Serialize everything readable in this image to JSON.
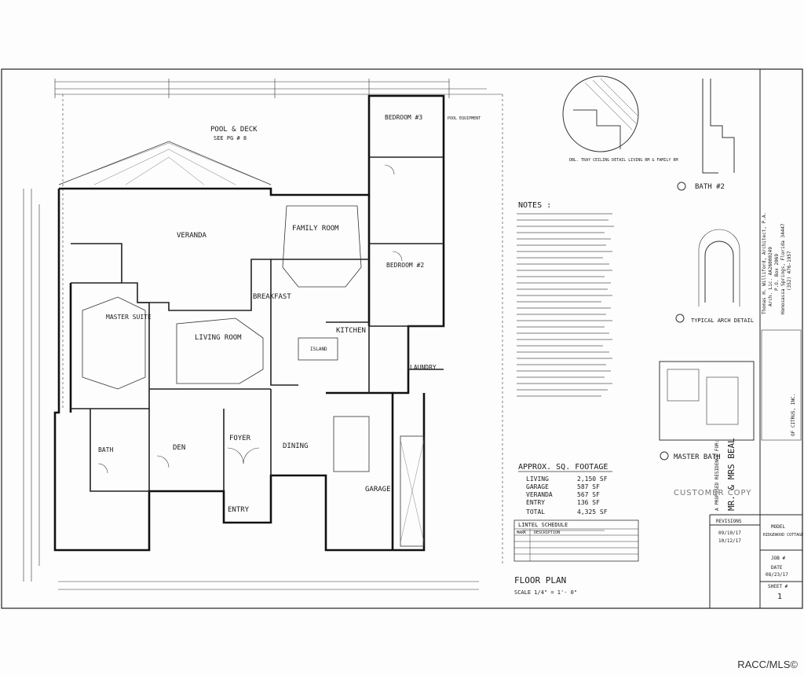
{
  "rooms": {
    "pool_deck": "POOL & DECK",
    "pool_deck_ref": "SEE PG # 8",
    "veranda": "VERANDA",
    "master_suite": "MASTER SUITE",
    "family_room": "FAMILY ROOM",
    "bedroom3": "BEDROOM #3",
    "bedroom2": "BEDROOM #2",
    "breakfast": "BREAKFAST",
    "living_room": "LIVING ROOM",
    "kitchen": "KITCHEN",
    "island": "ISLAND",
    "laundry": "LAUNDRY",
    "den": "DEN",
    "foyer": "FOYER",
    "dining": "DINING",
    "bath": "BATH",
    "entry": "ENTRY",
    "garage": "GARAGE",
    "pool_equip": "POOL EQUIPMENT"
  },
  "notes_title": "NOTES :",
  "sqft": {
    "title": "APPROX. SQ. FOOTAGE",
    "rows": [
      {
        "label": "LIVING",
        "value": "2,150 SF"
      },
      {
        "label": "GARAGE",
        "value": "587 SF"
      },
      {
        "label": "VERANDA",
        "value": "567 SF"
      },
      {
        "label": "ENTRY",
        "value": "136 SF"
      },
      {
        "label": "TOTAL",
        "value": "4,325 SF"
      }
    ]
  },
  "lintel": {
    "title": "LINTEL SCHEDULE",
    "headers": [
      "MARK",
      "DESCRIPTION"
    ]
  },
  "floor_plan": {
    "title": "FLOOR PLAN",
    "scale": "SCALE 1/4\" = 1'- 0\""
  },
  "details": {
    "tray_detail": "DBL. TRAY CEILING DETAIL LIVING RM & FAMILY RM",
    "bath2": "BATH #2",
    "typical_arch": "TYPICAL ARCH DETAIL",
    "master_bath": "MASTER BATH"
  },
  "title_block": {
    "architect": "Thomas H. Williford, Architect, P.A.",
    "license": "Arch. Lic. AA26000249",
    "pobox": "P.O. Box 2069",
    "city": "Homosassa Springs, Florida 34447",
    "phone": "(352) 476-1957",
    "residence": "A PROPOSED RESIDENCE FOR:",
    "client": "MR. & MRS BEAL",
    "builder": "OF CITRUS, INC.",
    "revisions_label": "REVISIONS",
    "rev1": "09/10/17",
    "rev2": "10/12/17",
    "model_label": "MODEL",
    "model_name": "RIDGEWOOD COTTAGE",
    "job_label": "JOB #",
    "date_label": "DATE",
    "date": "08/23/17",
    "sheet_label": "SHEET #",
    "sheet": "1"
  },
  "customer_copy": "CUSTOMER COPY",
  "watermark": "RACC/MLS©"
}
